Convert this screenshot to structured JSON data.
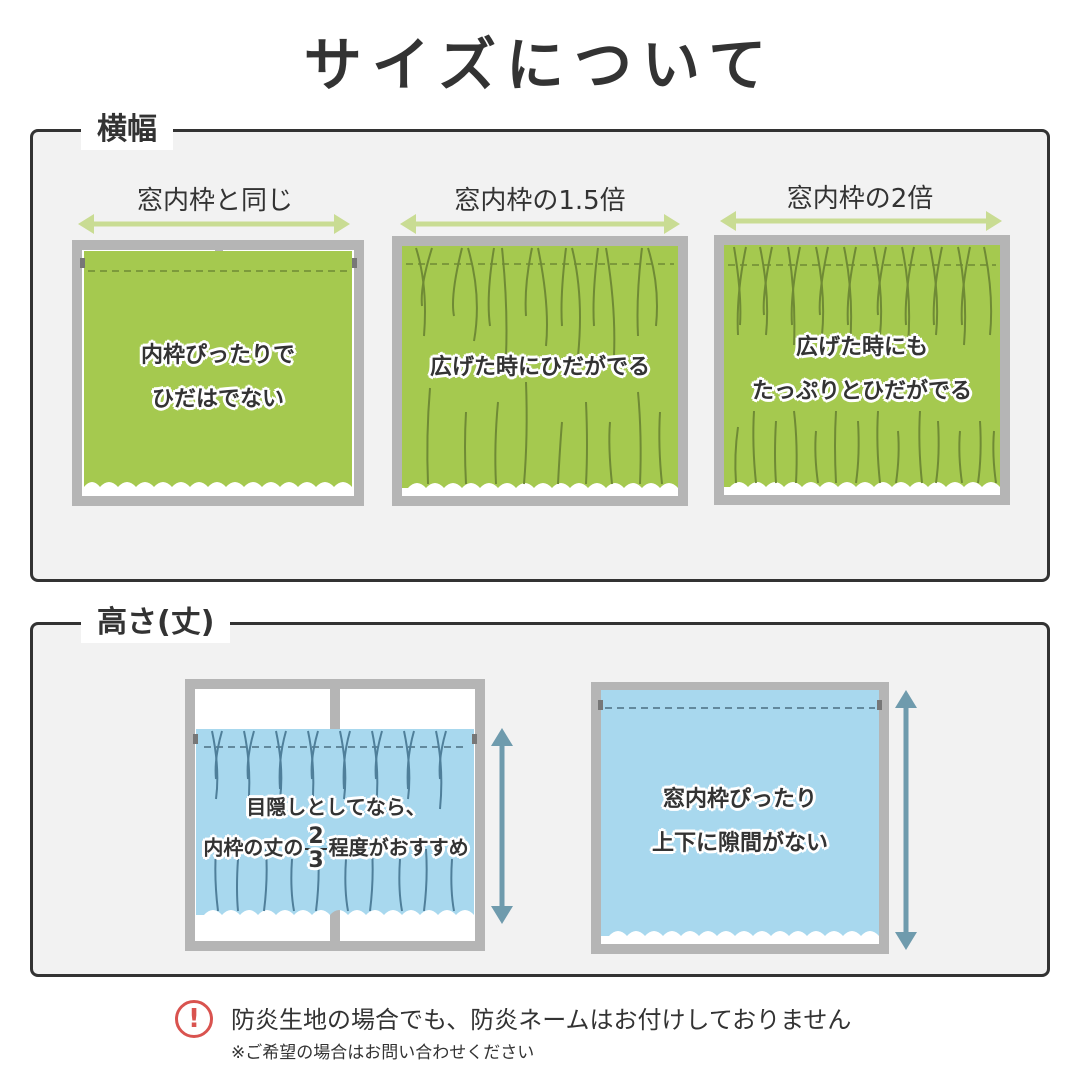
{
  "title": "サイズについて",
  "width_section": {
    "label": "横幅",
    "items": [
      {
        "caption": "窓内枠と同じ",
        "lines": [
          "内枠ぴったりで",
          "ひだはでない"
        ]
      },
      {
        "caption": "窓内枠の1.5倍",
        "lines": [
          "広げた時にひだがでる"
        ]
      },
      {
        "caption": "窓内枠の2倍",
        "lines": [
          "広げた時にも",
          "たっぷりとひだがでる"
        ]
      }
    ]
  },
  "height_section": {
    "label": "高さ(丈)",
    "items": [
      {
        "line1": "目隠しとしてなら、",
        "line2_before": "内枠の丈の",
        "fraction_numerator": "2",
        "fraction_denominator": "3",
        "line2_after": "程度がおすすめ"
      },
      {
        "lines": [
          "窓内枠ぴったり",
          "上下に隙間がない"
        ]
      }
    ]
  },
  "notice": {
    "icon": "exclamation-circle-icon",
    "main": "防炎生地の場合でも、防炎ネームはお付けしておりません",
    "sub": "※ご希望の場合はお問い合わせください"
  },
  "colors": {
    "green_curtain": "#a5c94f",
    "green_arrow": "#c9dc93",
    "blue_curtain": "#a8d8ee",
    "blue_arrow": "#6f9bad",
    "frame": "#b5b5b5",
    "panel_bg": "#f2f2f2",
    "warning": "#d9534f"
  }
}
